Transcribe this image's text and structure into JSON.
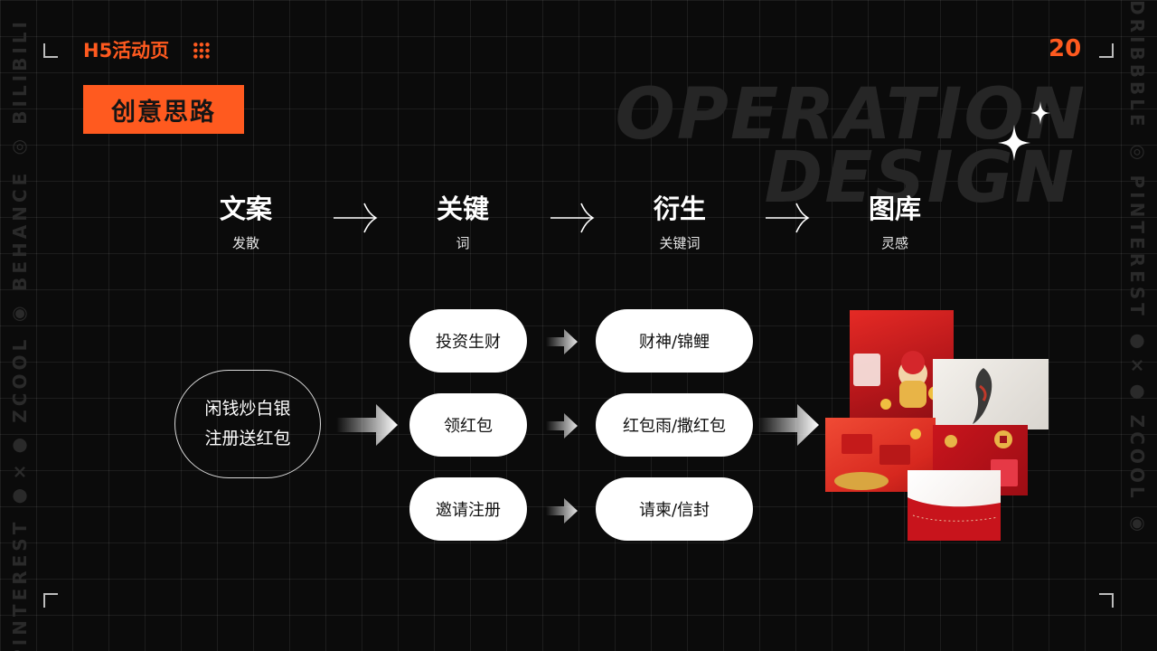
{
  "header": {
    "tag": "H5活动页",
    "page_number": "20",
    "title": "创意思路"
  },
  "watermark": {
    "line1": "OPERATION",
    "line2": "DESIGN"
  },
  "side_text": {
    "left": "PINTEREST ●×● ZCOOL ◉ BEHANCE ◎ BILIBILI",
    "right": "DRIBBBLE ◎ PINTEREST ●×● ZCOOL ◉"
  },
  "steps": [
    {
      "main": "文案",
      "sub": "发散"
    },
    {
      "main": "关键",
      "sub": "词"
    },
    {
      "main": "衍生",
      "sub": "关键词"
    },
    {
      "main": "图库",
      "sub": "灵感"
    }
  ],
  "source": {
    "line1": "闲钱炒白银",
    "line2": "注册送红包"
  },
  "keywords": [
    "投资生财",
    "领红包",
    "邀请注册"
  ],
  "derived": [
    "财神/锦鲤",
    "红包雨/撒红包",
    "请柬/信封"
  ],
  "gallery": {
    "images": [
      "god-of-wealth-photo",
      "koi-fish-photo",
      "red-envelopes-photo",
      "red-envelope-coins-photo",
      "invitation-card-photo"
    ]
  },
  "colors": {
    "accent": "#ff5a1f",
    "background": "#0b0b0b",
    "bubble": "#ffffff"
  }
}
